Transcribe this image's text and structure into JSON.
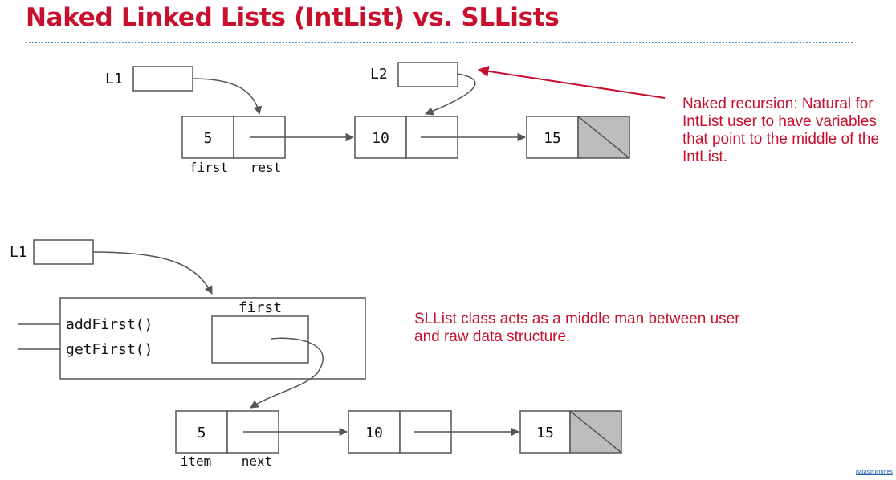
{
  "slide": {
    "title": "Naked Linked Lists (IntList) vs. SLLists",
    "footer_link": "datastructur.es"
  },
  "top": {
    "var_l1": "L1",
    "var_l2": "L2",
    "nodes": [
      "5",
      "10",
      "15"
    ],
    "field_first": "first",
    "field_rest": "rest",
    "note": "Naked recursion: Natural for IntList user to have variables that point to the middle of the IntList."
  },
  "bottom": {
    "var_l1": "L1",
    "method_add": "addFirst()",
    "method_get": "getFirst()",
    "field_first": "first",
    "nodes": [
      "5",
      "10",
      "15"
    ],
    "field_item": "item",
    "field_next": "next",
    "note": "SLList class acts as a middle man between user and raw data structure."
  },
  "colors": {
    "accent": "#c8102e",
    "line": "#555555",
    "null_fill": "#bdbdbd"
  }
}
